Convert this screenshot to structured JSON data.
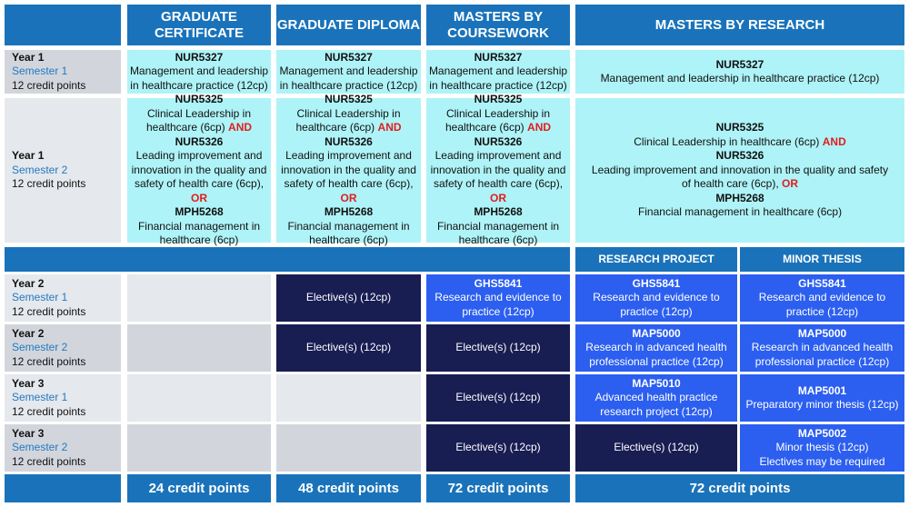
{
  "headers": {
    "grad_cert": "GRADUATE CERTIFICATE",
    "grad_dip": "GRADUATE DIPLOMA",
    "masters_cw": "MASTERS BY COURSEWORK",
    "masters_res": "MASTERS BY RESEARCH"
  },
  "sub_headers": {
    "research_project": "RESEARCH PROJECT",
    "minor_thesis": "MINOR THESIS"
  },
  "rows": [
    {
      "year": "Year 1",
      "semester": "Semester 1",
      "credits": "12 credit points"
    },
    {
      "year": "Year 1",
      "semester": "Semester 2",
      "credits": "12 credit points"
    },
    {
      "year": "Year 2",
      "semester": "Semester 1",
      "credits": "12 credit points"
    },
    {
      "year": "Year 2",
      "semester": "Semester 2",
      "credits": "12 credit points"
    },
    {
      "year": "Year 3",
      "semester": "Semester 1",
      "credits": "12 credit points"
    },
    {
      "year": "Year 3",
      "semester": "Semester 2",
      "credits": "12 credit points"
    }
  ],
  "units": {
    "nur5327": {
      "code": "NUR5327",
      "name": "Management and leadership in healthcare practice (12cp)"
    },
    "nur5325": {
      "code": "NUR5325",
      "name": "Clinical Leadership in healthcare (6cp)"
    },
    "nur5326": {
      "code": "NUR5326",
      "name": "Leading improvement and innovation in the quality and safety of health care (6cp),"
    },
    "mph5268": {
      "code": "MPH5268",
      "name": "Financial management in healthcare (6cp)"
    },
    "ghs5841": {
      "code": "GHS5841",
      "name": "Research and evidence to practice (12cp)"
    },
    "map5000": {
      "code": "MAP5000",
      "name": "Research in advanced health professional practice (12cp)"
    },
    "map5010": {
      "code": "MAP5010",
      "name": "Advanced health practice research project (12cp)"
    },
    "map5001": {
      "code": "MAP5001",
      "name": "Preparatory minor thesis (12cp)"
    },
    "map5002": {
      "code": "MAP5002",
      "name": "Minor thesis (12cp)",
      "note": "Electives may be required"
    }
  },
  "connectors": {
    "and": "AND",
    "or": "OR"
  },
  "elective": "Elective(s) (12cp)",
  "footers": {
    "grad_cert": "24 credit points",
    "grad_dip": "48 credit points",
    "masters_cw": "72 credit points",
    "masters_res": "72 credit points"
  },
  "colors": {
    "header_blue": "#1a73ba",
    "cyan": "#aef3f7",
    "navy": "#181d52",
    "royal_blue": "#2c5ff0",
    "connector_red": "#e01e1e",
    "semester_blue": "#2479c2"
  }
}
